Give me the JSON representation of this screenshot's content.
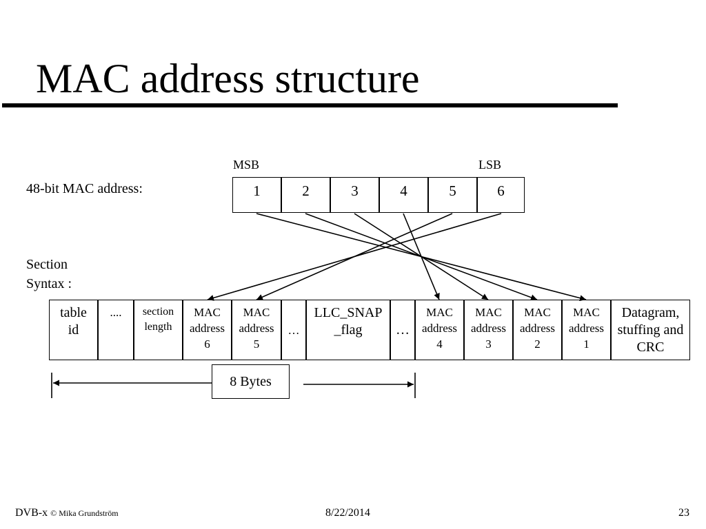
{
  "slide": {
    "title": "MAC address structure"
  },
  "mac_address": {
    "label": "48-bit MAC address:",
    "msb_label": "MSB",
    "lsb_label": "LSB",
    "bytes": [
      "1",
      "2",
      "3",
      "4",
      "5",
      "6"
    ]
  },
  "section_syntax": {
    "label": "Section Syntax :",
    "fields": [
      [
        "table",
        "id"
      ],
      [
        "...."
      ],
      [
        "section",
        "length"
      ],
      [
        "MAC",
        "address",
        "6"
      ],
      [
        "MAC",
        "address",
        "5"
      ],
      [
        "…"
      ],
      [
        "LLC_SNAP",
        "_flag"
      ],
      [
        "…"
      ],
      [
        "MAC",
        "address",
        "4"
      ],
      [
        "MAC",
        "address",
        "3"
      ],
      [
        "MAC",
        "address",
        "2"
      ],
      [
        "MAC",
        "address",
        "1"
      ],
      [
        "Datagram,",
        "stuffing and",
        "CRC"
      ]
    ]
  },
  "span": {
    "label": "8 Bytes"
  },
  "footer": {
    "course": "DVB-x",
    "copyright": "© Mika Grundström",
    "date": "8/22/2014",
    "page": "23"
  }
}
